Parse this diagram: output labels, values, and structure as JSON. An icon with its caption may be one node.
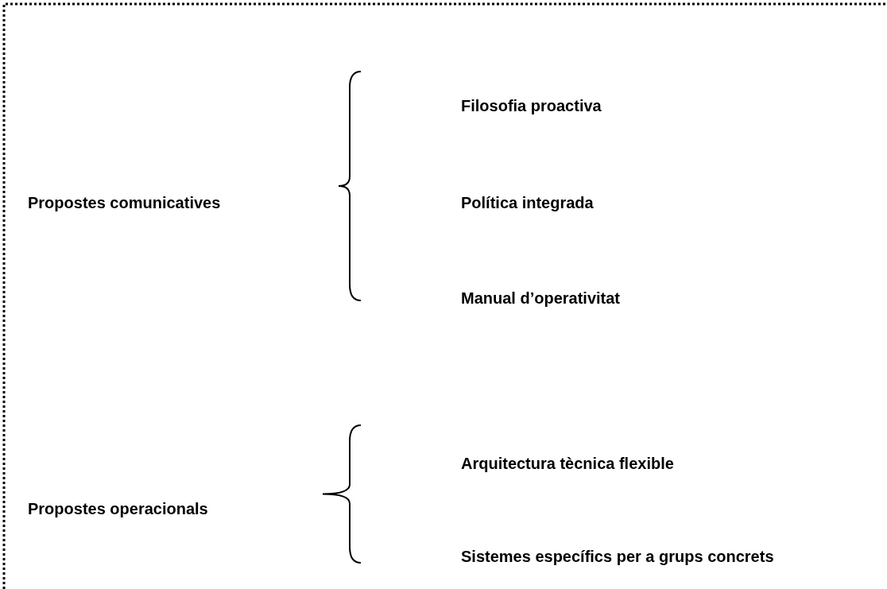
{
  "diagram": {
    "labels": [
      "Filosofia proactiva",
      "Propostes comunicatives",
      "Política integrada",
      "Manual d’operativitat",
      "Arquitectura tècnica flexible",
      "Propostes operacionals",
      "Sistemes específics per a grups concrets"
    ]
  }
}
